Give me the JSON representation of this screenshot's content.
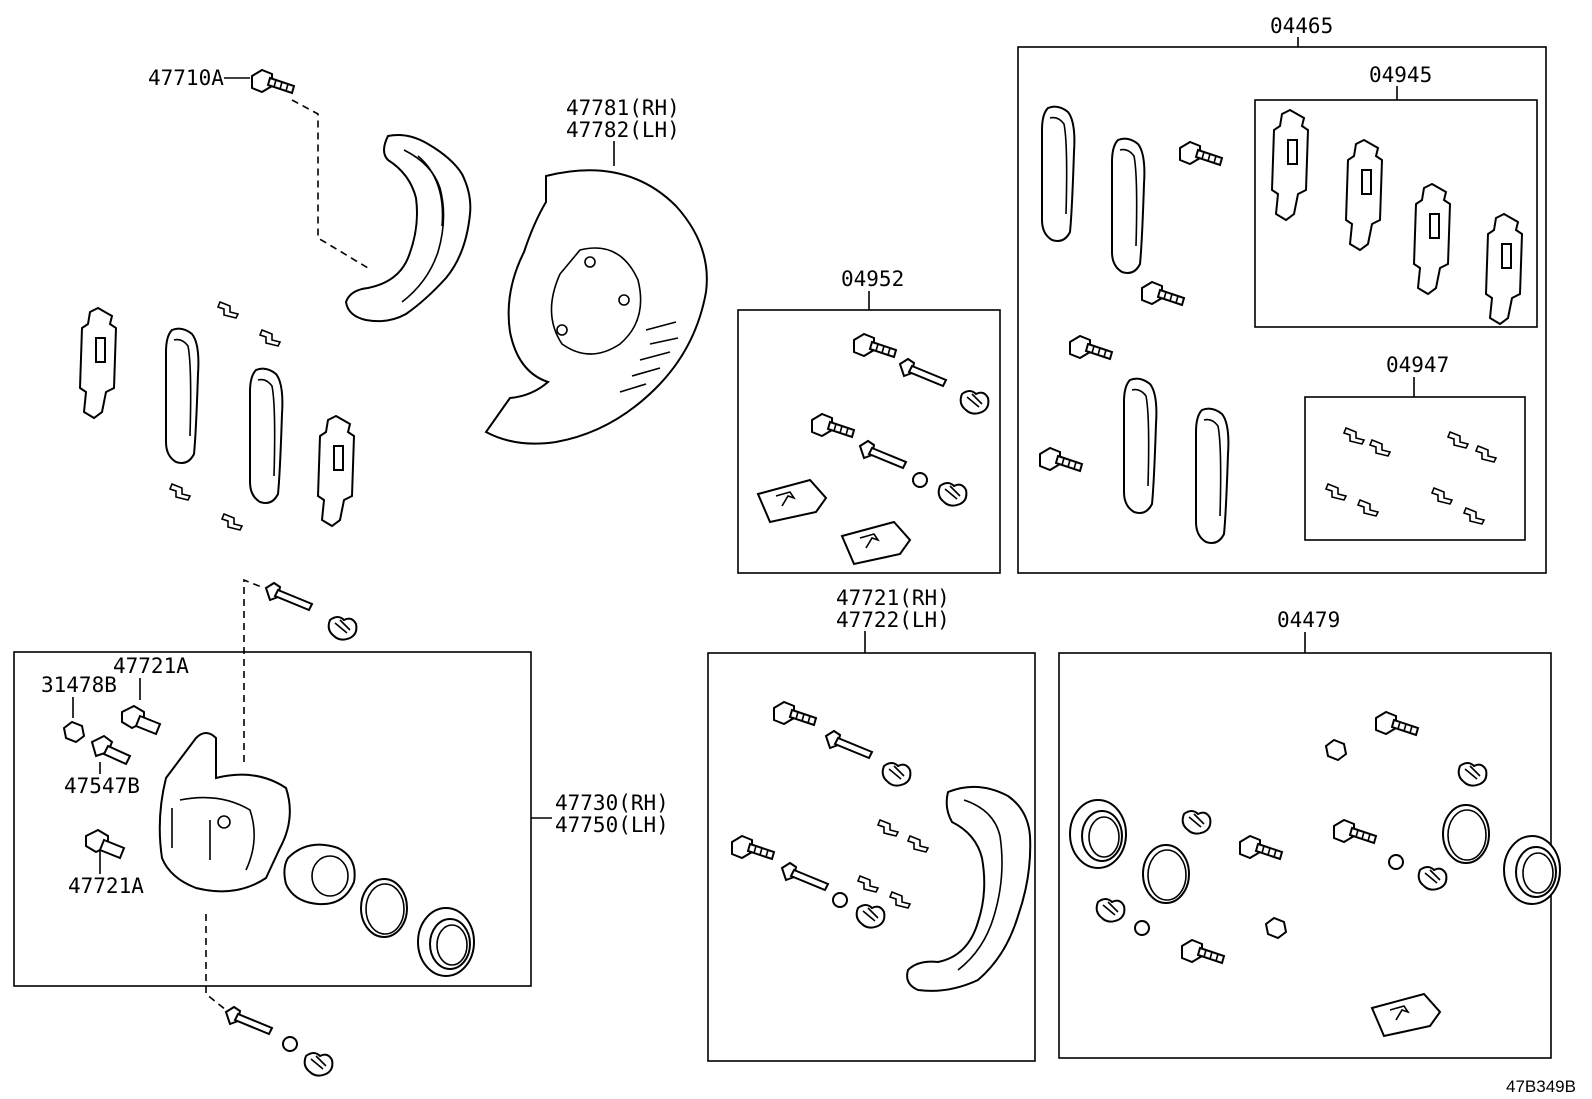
{
  "labels": {
    "bolt_top": "47710A",
    "shield_rh": "47781(RH)",
    "shield_lh": "47782(LH)",
    "kit_04952": "04952",
    "kit_04465": "04465",
    "kit_04945": "04945",
    "kit_04947": "04947",
    "bracket_rh": "47721(RH)",
    "bracket_lh": "47722(LH)",
    "kit_04479": "04479",
    "cap_31478": "31478B",
    "bolt_47721a_top": "47721A",
    "bleeder_47547": "47547B",
    "bolt_47721a_bottom": "47721A",
    "caliper_rh": "47730(RH)",
    "caliper_lh": "47750(LH)"
  },
  "footer": {
    "diagram_code": "47B349B"
  }
}
